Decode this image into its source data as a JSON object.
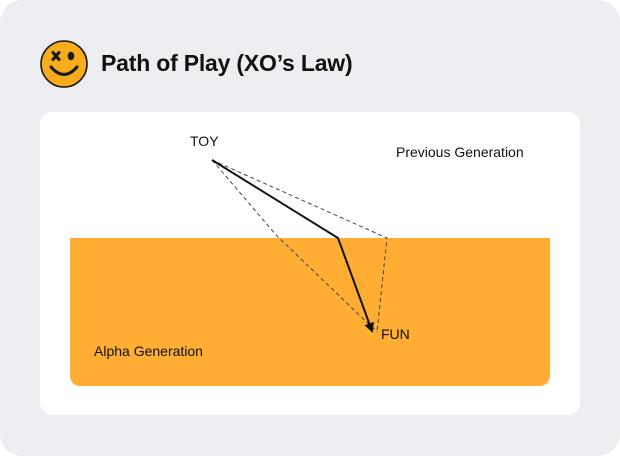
{
  "header": {
    "title": "Path of Play (XO’s Law)",
    "logo_icon": "smiley-x-eyes-icon"
  },
  "diagram": {
    "labels": {
      "toy": "TOY",
      "fun": "FUN",
      "previous_generation": "Previous Generation",
      "alpha_generation": "Alpha Generation"
    },
    "colors": {
      "background": "#eeeef2",
      "panel": "#ffffff",
      "alpha_zone": "#ffad33",
      "logo": "#f7ac1b",
      "line": "#111111"
    }
  }
}
